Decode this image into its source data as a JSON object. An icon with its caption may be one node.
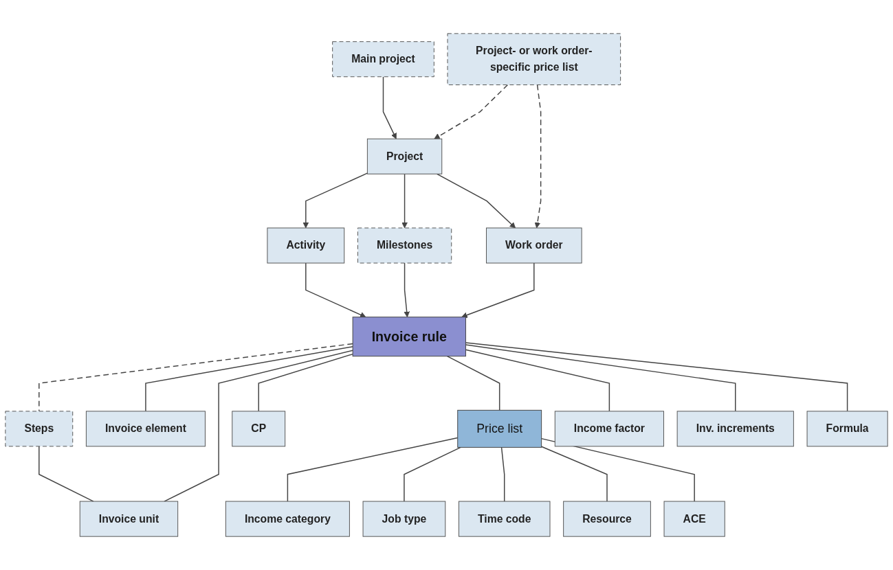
{
  "diagram": {
    "nodes": [
      {
        "text": [
          "Main project"
        ]
      },
      {
        "text": [
          "Project- or work order-specific price list"
        ]
      },
      {
        "text": [
          "Project"
        ]
      },
      {
        "text": [
          "Activity"
        ]
      },
      {
        "text": [
          "Work order"
        ]
      },
      {
        "text": [
          "Milestones"
        ]
      },
      {
        "text": [
          "Invoice rule"
        ]
      },
      {
        "text": [
          "Steps"
        ]
      },
      {
        "text": [
          "Invoice element"
        ]
      },
      {
        "text": [
          "Invoice unit"
        ]
      },
      {
        "text": [
          "CP"
        ]
      },
      {
        "text": [
          "Price list"
        ]
      },
      {
        "text": [
          "Income factor"
        ]
      },
      {
        "text": [
          "Inv. increments"
        ]
      },
      {
        "text": [
          "Formula"
        ]
      },
      {
        "text": [
          "Income category"
        ]
      },
      {
        "text": [
          "Job type"
        ]
      },
      {
        "text": [
          "Time code"
        ]
      },
      {
        "text": [
          "Resource"
        ]
      },
      {
        "text": [
          "ACE"
        ]
      }
    ],
    "edges": [
      {
        "from": 0,
        "to": 2,
        "arrow": "to"
      },
      {
        "from": 1,
        "to": 2,
        "arrow": "to",
        "style": "dashed"
      },
      {
        "from": 1,
        "to": 4,
        "arrow": "to",
        "style": "dashed"
      },
      {
        "from": 2,
        "to": 3,
        "arrow": "to"
      },
      {
        "from": 2,
        "to": 5,
        "arrow": "to"
      },
      {
        "from": 2,
        "to": 4,
        "arrow": "to"
      },
      {
        "from": 3,
        "to": 6,
        "arrow": "to"
      },
      {
        "from": 5,
        "to": 6,
        "arrow": "to"
      },
      {
        "from": 4,
        "to": 6,
        "arrow": "to"
      },
      {
        "from": 6,
        "to": 7,
        "arrow": "none",
        "style": "dashed"
      },
      {
        "from": 6,
        "to": 8,
        "arrow": "none"
      },
      {
        "from": 6,
        "to": 9,
        "arrow": "none"
      },
      {
        "from": 7,
        "to": 9,
        "arrow": "none"
      },
      {
        "from": 6,
        "to": 10,
        "arrow": "none"
      },
      {
        "from": 6,
        "to": 11,
        "arrow": "none"
      },
      {
        "from": 6,
        "to": 12,
        "arrow": "none"
      },
      {
        "from": 6,
        "to": 13,
        "arrow": "none"
      },
      {
        "from": 6,
        "to": 14,
        "arrow": "none"
      },
      {
        "from": 11,
        "to": 15,
        "arrow": "none"
      },
      {
        "from": 11,
        "to": 16,
        "arrow": "none"
      },
      {
        "from": 11,
        "to": 17,
        "arrow": "none"
      },
      {
        "from": 11,
        "to": 18,
        "arrow": "none"
      },
      {
        "from": 11,
        "to": 19,
        "arrow": "none"
      }
    ]
  }
}
